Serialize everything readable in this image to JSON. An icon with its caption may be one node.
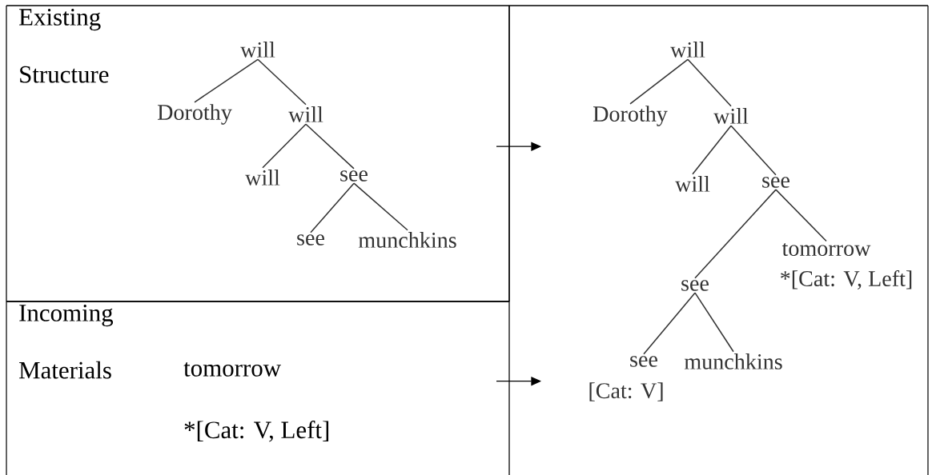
{
  "diagram": {
    "nodes": [
      {
        "text": [
          "Existing Structure"
        ]
      },
      {
        "text": [
          "will"
        ],
        "in": 0
      },
      {
        "text": [
          "Dorothy"
        ],
        "in": 0
      },
      {
        "text": [
          "will"
        ],
        "in": 0
      },
      {
        "text": [
          "will"
        ],
        "in": 0
      },
      {
        "text": [
          "see"
        ],
        "in": 0
      },
      {
        "text": [
          "see"
        ],
        "in": 0
      },
      {
        "text": [
          "munchkins"
        ],
        "in": 0
      },
      {
        "text": [
          "Incoming Materials",
          "tomorrow",
          "*[Cat: V, Left]"
        ]
      },
      {
        "text": [],
        "shape": "box"
      },
      {
        "text": [
          "will"
        ],
        "in": 9
      },
      {
        "text": [
          "Dorothy"
        ],
        "in": 9
      },
      {
        "text": [
          "will"
        ],
        "in": 9
      },
      {
        "text": [
          "will"
        ],
        "in": 9
      },
      {
        "text": [
          "see"
        ],
        "in": 9
      },
      {
        "text": [
          "tomorrow"
        ],
        "in": 9,
        "beside": [
          "*[Cat: V, Left]"
        ]
      },
      {
        "text": [
          "see"
        ],
        "in": 9
      },
      {
        "text": [
          "see"
        ],
        "in": 9,
        "beside": [
          "[Cat: V]"
        ]
      },
      {
        "text": [
          "munchkins"
        ],
        "in": 9
      }
    ],
    "edges": [
      {
        "from": 1,
        "to": 2,
        "arrow": "none"
      },
      {
        "from": 1,
        "to": 3,
        "arrow": "none"
      },
      {
        "from": 3,
        "to": 4,
        "arrow": "none"
      },
      {
        "from": 3,
        "to": 5,
        "arrow": "none"
      },
      {
        "from": 5,
        "to": 6,
        "arrow": "none"
      },
      {
        "from": 5,
        "to": 7,
        "arrow": "none"
      },
      {
        "from": 10,
        "to": 11,
        "arrow": "none"
      },
      {
        "from": 10,
        "to": 12,
        "arrow": "none"
      },
      {
        "from": 12,
        "to": 13,
        "arrow": "none"
      },
      {
        "from": 12,
        "to": 14,
        "arrow": "none"
      },
      {
        "from": 14,
        "to": 16,
        "arrow": "none"
      },
      {
        "from": 14,
        "to": 15,
        "arrow": "none"
      },
      {
        "from": 16,
        "to": 17,
        "arrow": "none"
      },
      {
        "from": 16,
        "to": 18,
        "arrow": "none"
      },
      {
        "from": 0,
        "to": 9,
        "arrow": "to"
      },
      {
        "from": 8,
        "to": 9,
        "arrow": "to"
      }
    ]
  }
}
